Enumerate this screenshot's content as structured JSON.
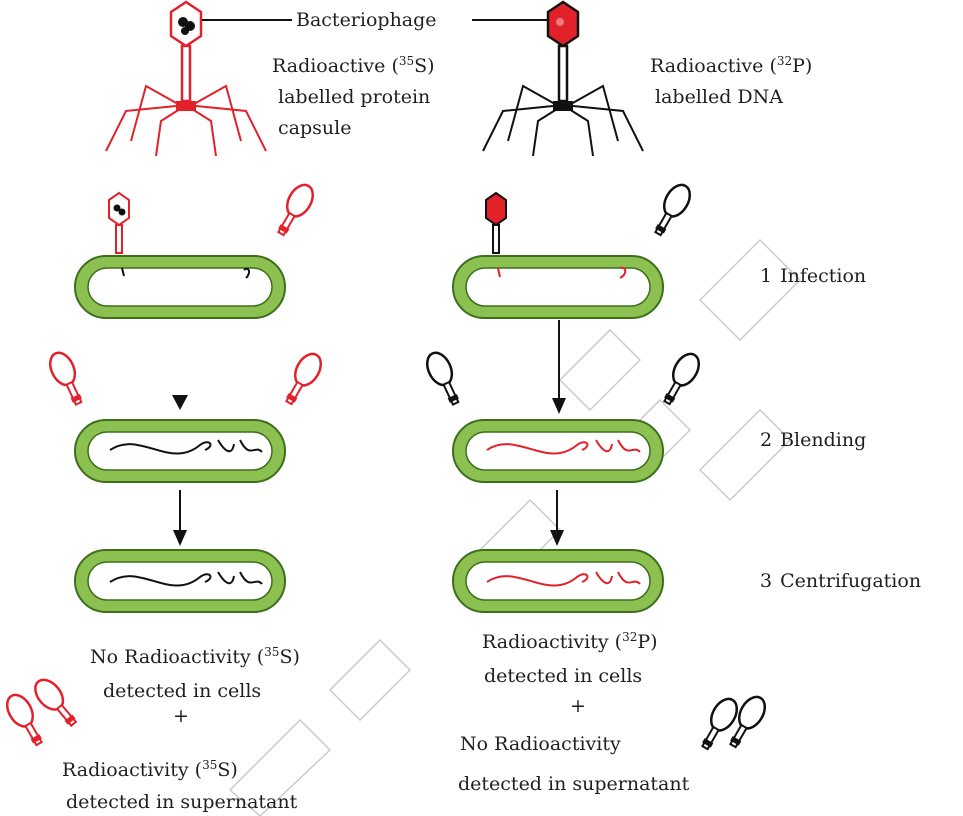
{
  "title_label": "Bacteriophage",
  "left_label": {
    "line1": "Radioactive (",
    "isotope": "35",
    "element": "S)",
    "line2": "labelled protein",
    "line3": "capsule"
  },
  "right_label": {
    "line1": "Radioactive (",
    "isotope": "32",
    "element": "P)",
    "line2": "labelled DNA"
  },
  "steps": [
    {
      "number": "1",
      "label": "Infection"
    },
    {
      "number": "2",
      "label": "Blending"
    },
    {
      "number": "3",
      "label": "Centrifugation"
    }
  ],
  "left_result": {
    "line1": "No Radioactivity (",
    "isotope": "35",
    "element": "S)",
    "line2": "detected in cells",
    "separator": "+",
    "line3": "Radioactivity (",
    "isotope2": "35",
    "element2": "S)",
    "line4": "detected in supernatant"
  },
  "right_result": {
    "line1": "Radioactivity (",
    "isotope": "32",
    "element": "P)",
    "line2": "detected in cells",
    "separator": "+",
    "line3": "No Radioactivity",
    "line4": "detected in supernatant"
  },
  "colors": {
    "radioactive": "#e3212b",
    "normal": "#111111",
    "cell_wall": "#8cc152",
    "cell_wall_dark": "#3d6e1b"
  }
}
